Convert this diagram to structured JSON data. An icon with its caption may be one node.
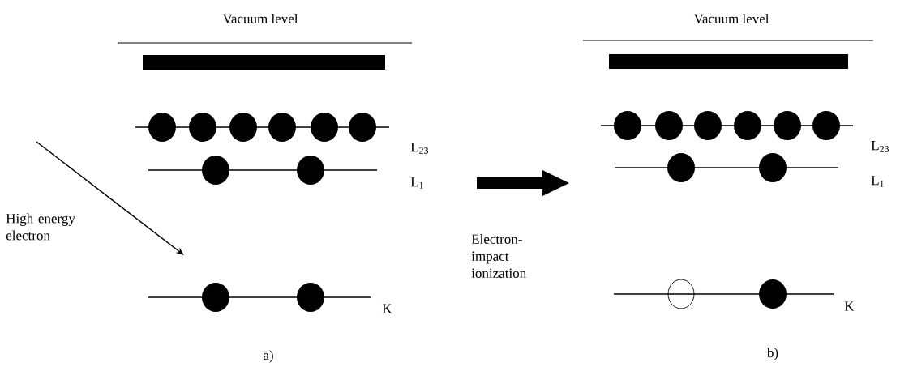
{
  "diagram": {
    "labels": [
      "Vacuum level",
      "Vacuum level",
      "L$_{23}$",
      "L$_{23}$",
      "L$_{1}$",
      "L$_{1}$",
      "High energy electron",
      "Electron-impact ionization",
      "K",
      "K",
      "a)",
      "b)"
    ]
  }
}
